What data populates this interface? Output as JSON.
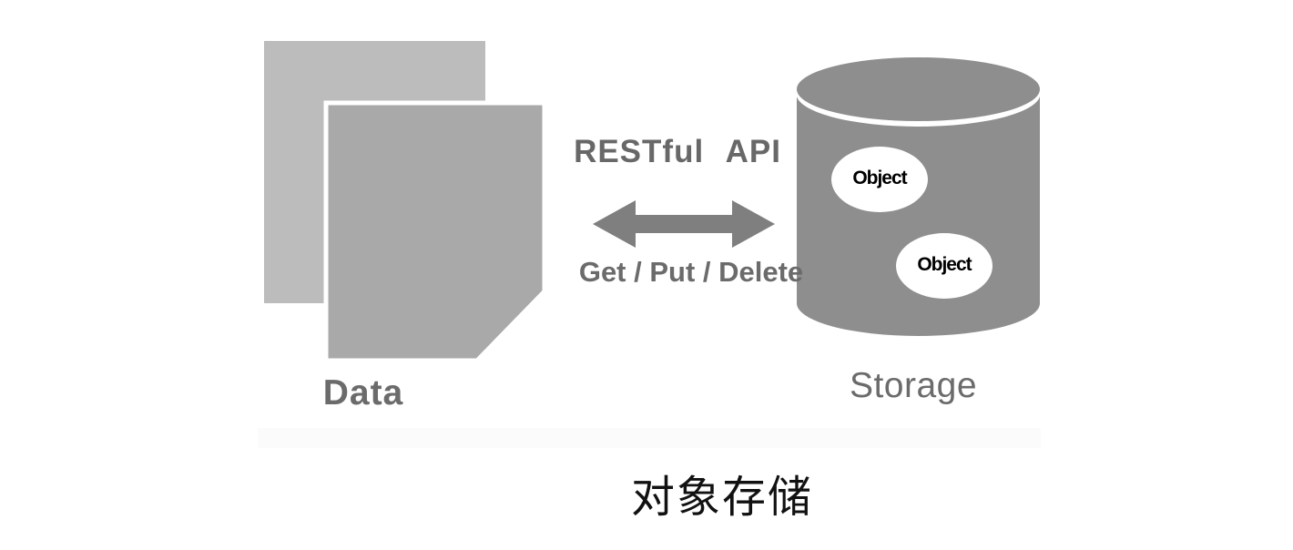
{
  "diagram": {
    "caption": "对象存储",
    "data_stack": {
      "label": "Data"
    },
    "api": {
      "title": "RESTful API",
      "operations": "Get / Put / Delete",
      "arrow_direction": "bidirectional-horizontal"
    },
    "storage": {
      "label": "Storage",
      "objects": [
        {
          "label": "Object"
        },
        {
          "label": "Object"
        }
      ]
    }
  },
  "colors": {
    "back_square": "#bcbcbc",
    "front_square": "#a9a9a9",
    "square_gap": "#ffffff",
    "arrow": "#7f7f7f",
    "cylinder": "#8e8e8e",
    "cylinder_rim": "#ffffff",
    "object_ellipse": "#ffffff",
    "label_text": "#6b6b6b",
    "object_text": "#000000",
    "caption_text": "#111111"
  }
}
